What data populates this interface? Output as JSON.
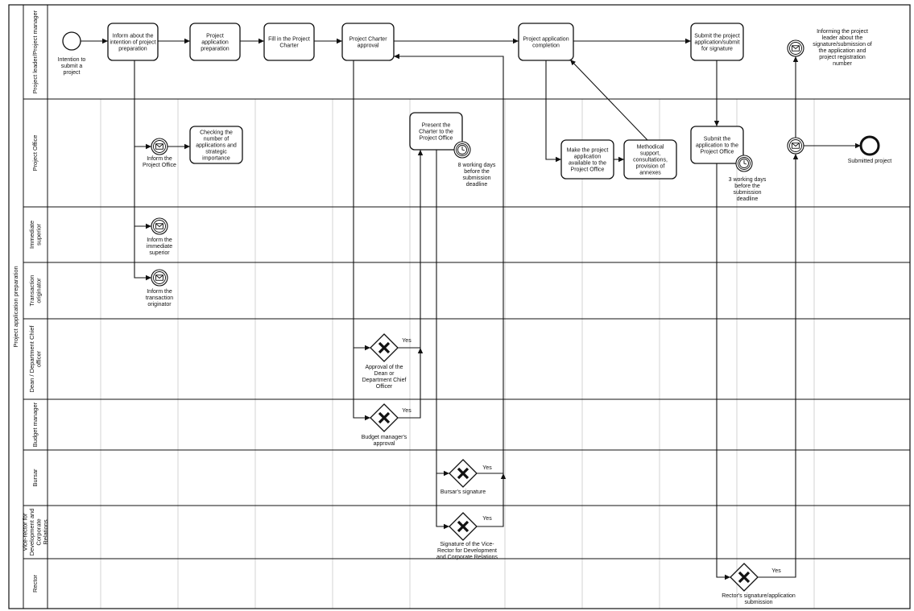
{
  "pool": {
    "label": "Project application preparation"
  },
  "lanes": [
    {
      "id": "pl",
      "label": [
        "Project leader/Project manager"
      ]
    },
    {
      "id": "po",
      "label": [
        "Project Office"
      ]
    },
    {
      "id": "is",
      "label": [
        "Immediate",
        "superior"
      ]
    },
    {
      "id": "to",
      "label": [
        "Transaction",
        "originator"
      ]
    },
    {
      "id": "dean",
      "label": [
        "Dean / Department Chief",
        "officer"
      ]
    },
    {
      "id": "bm",
      "label": [
        "Budget manager"
      ]
    },
    {
      "id": "bursar",
      "label": [
        "Bursar"
      ]
    },
    {
      "id": "vr",
      "label": [
        "Vice-rector for",
        "Development and",
        "Corporate",
        "Relations"
      ]
    },
    {
      "id": "rector",
      "label": [
        "Rector"
      ]
    }
  ],
  "tasks": [
    {
      "id": "t_inform_prep",
      "lines": [
        "Inform about the",
        "intention of project",
        "preparation"
      ]
    },
    {
      "id": "t_app_prep",
      "lines": [
        "Project",
        "application",
        "preparation"
      ]
    },
    {
      "id": "t_fill_charter",
      "lines": [
        "Fill in the Project",
        "Charter"
      ]
    },
    {
      "id": "t_charter_approval",
      "lines": [
        "Project Charter",
        "approval"
      ]
    },
    {
      "id": "t_app_completion",
      "lines": [
        "Project application",
        "completion"
      ]
    },
    {
      "id": "t_submit_sign",
      "lines": [
        "Submit the project",
        "application/submit",
        "for signature"
      ]
    },
    {
      "id": "t_checking",
      "lines": [
        "Checking the",
        "number of",
        "applications and",
        "strategic",
        "importance"
      ]
    },
    {
      "id": "t_present_charter",
      "lines": [
        "Present the",
        "Charter to the",
        "Project Office"
      ]
    },
    {
      "id": "t_make_available",
      "lines": [
        "Make the project",
        "application",
        "available to the",
        "Project Office"
      ]
    },
    {
      "id": "t_support",
      "lines": [
        "Methodical",
        "support,",
        "consultations,",
        "provision of",
        "annexes"
      ]
    },
    {
      "id": "t_submit_po",
      "lines": [
        "Submit the",
        "application to the",
        "Project Office"
      ]
    }
  ],
  "events": [
    {
      "id": "e_start",
      "lines": [
        "Intention to",
        "submit a",
        "project"
      ]
    },
    {
      "id": "e_inform_po",
      "lines": [
        "Inform the",
        "Project Office"
      ]
    },
    {
      "id": "e_inform_is",
      "lines": [
        "Inform the",
        "immediate",
        "superior"
      ]
    },
    {
      "id": "e_inform_to",
      "lines": [
        "Inform the",
        "transaction",
        "originator"
      ]
    },
    {
      "id": "e_inform_leader",
      "lines": [
        "Informing the project",
        "leader about the",
        "signature/submission of",
        "the application and",
        "project registration",
        "number"
      ]
    },
    {
      "id": "e_po_msg",
      "lines": []
    },
    {
      "id": "e_end",
      "lines": [
        "Submitted project"
      ]
    }
  ],
  "timers": [
    {
      "id": "tm_8days",
      "lines": [
        "8 working days",
        "before the",
        "submission",
        "deadline"
      ]
    },
    {
      "id": "tm_3days",
      "lines": [
        "3 working days",
        "before the",
        "submission",
        "deadline"
      ]
    }
  ],
  "gateways": [
    {
      "id": "g_dean",
      "lines": [
        "Approval of the",
        "Dean or",
        "Department Chief",
        "Officer"
      ],
      "yes": "Yes"
    },
    {
      "id": "g_budget",
      "lines": [
        "Budget manager's",
        "approval"
      ],
      "yes": "Yes"
    },
    {
      "id": "g_bursar",
      "lines": [
        "Bursar's signature"
      ],
      "yes": "Yes"
    },
    {
      "id": "g_vicerector",
      "lines": [
        "Signature of the Vice-",
        "Rector for Development",
        "and Corporate  Relations"
      ],
      "yes": "Yes"
    },
    {
      "id": "g_rector",
      "lines": [
        "Rector's signature/application",
        "submission"
      ],
      "yes": "Yes"
    }
  ]
}
